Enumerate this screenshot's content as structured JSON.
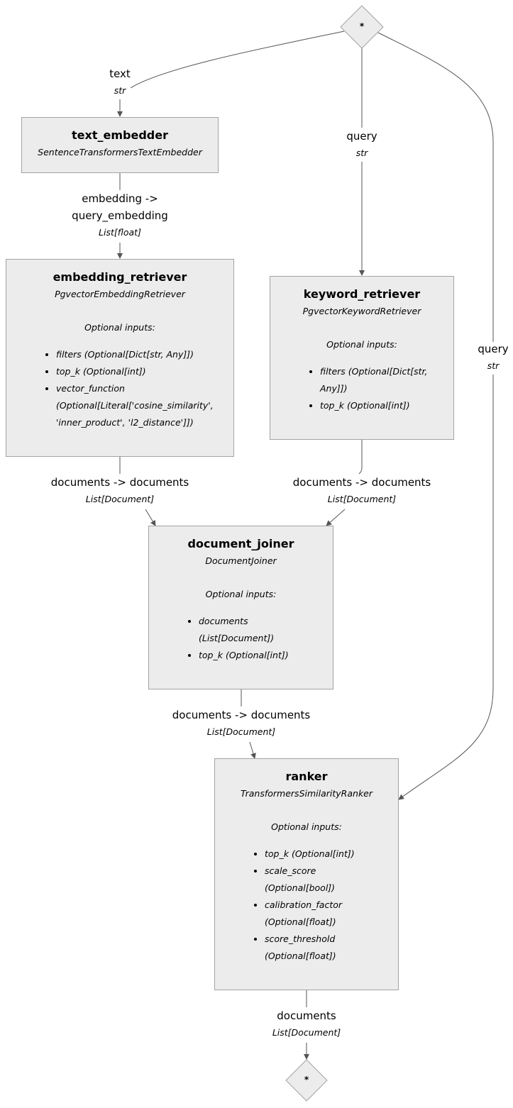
{
  "start_marker": "*",
  "end_marker": "*",
  "nodes": {
    "text_embedder": {
      "title": "text_embedder",
      "type": "SentenceTransformersTextEmbedder"
    },
    "embedding_retriever": {
      "title": "embedding_retriever",
      "type": "PgvectorEmbeddingRetriever",
      "optional_label": "Optional inputs:",
      "inputs": [
        "filters (Optional[Dict[str, Any]])",
        "top_k (Optional[int])",
        "vector_function (Optional[Literal['cosine_similarity', 'inner_product', 'l2_distance']])"
      ]
    },
    "keyword_retriever": {
      "title": "keyword_retriever",
      "type": "PgvectorKeywordRetriever",
      "optional_label": "Optional inputs:",
      "inputs": [
        "filters (Optional[Dict[str, Any]])",
        "top_k (Optional[int])"
      ]
    },
    "document_joiner": {
      "title": "document_joiner",
      "type": "DocumentJoiner",
      "optional_label": "Optional inputs:",
      "inputs": [
        "documents (List[Document])",
        "top_k (Optional[int])"
      ]
    },
    "ranker": {
      "title": "ranker",
      "type": "TransformersSimilarityRanker",
      "optional_label": "Optional inputs:",
      "inputs": [
        "top_k (Optional[int])",
        "scale_score (Optional[bool])",
        "calibration_factor (Optional[float])",
        "score_threshold (Optional[float])"
      ]
    }
  },
  "edges": {
    "start_to_embedder": {
      "name": "text",
      "type": "str"
    },
    "start_to_keyword": {
      "name": "query",
      "type": "str"
    },
    "start_to_ranker": {
      "name": "query",
      "type": "str"
    },
    "embedder_to_retriever": {
      "name_line1": "embedding ->",
      "name_line2": "query_embedding",
      "type": "List[float]"
    },
    "emb_retriever_to_joiner": {
      "name": "documents -> documents",
      "type": "List[Document]"
    },
    "kw_retriever_to_joiner": {
      "name": "documents -> documents",
      "type": "List[Document]"
    },
    "joiner_to_ranker": {
      "name": "documents -> documents",
      "type": "List[Document]"
    },
    "ranker_to_end": {
      "name": "documents",
      "type": "List[Document]"
    }
  }
}
